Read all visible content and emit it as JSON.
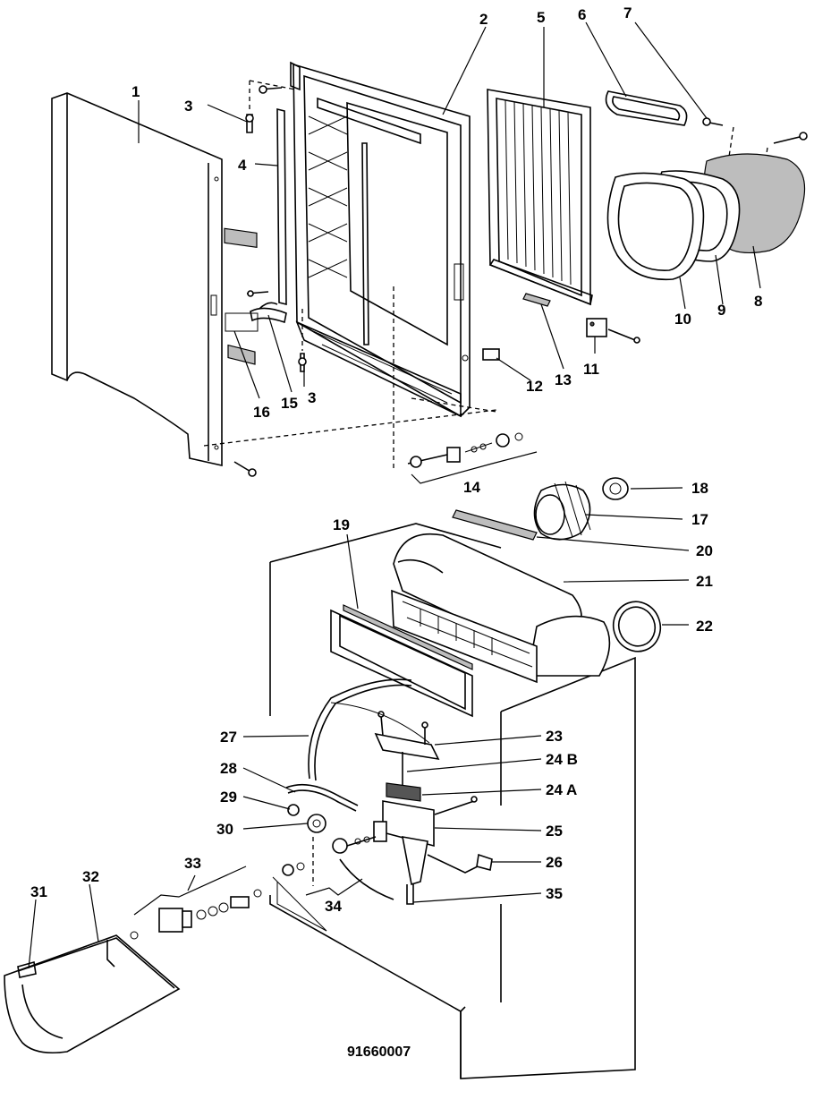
{
  "diagram": {
    "drawing_number": "91660007",
    "callouts": [
      "1",
      "2",
      "3",
      "3",
      "4",
      "5",
      "6",
      "7",
      "8",
      "9",
      "10",
      "11",
      "12",
      "13",
      "14",
      "15",
      "16",
      "17",
      "18",
      "19",
      "20",
      "21",
      "22",
      "23",
      "24 B",
      "24 A",
      "25",
      "26",
      "27",
      "28",
      "29",
      "30",
      "31",
      "32",
      "33",
      "34",
      "35"
    ]
  }
}
